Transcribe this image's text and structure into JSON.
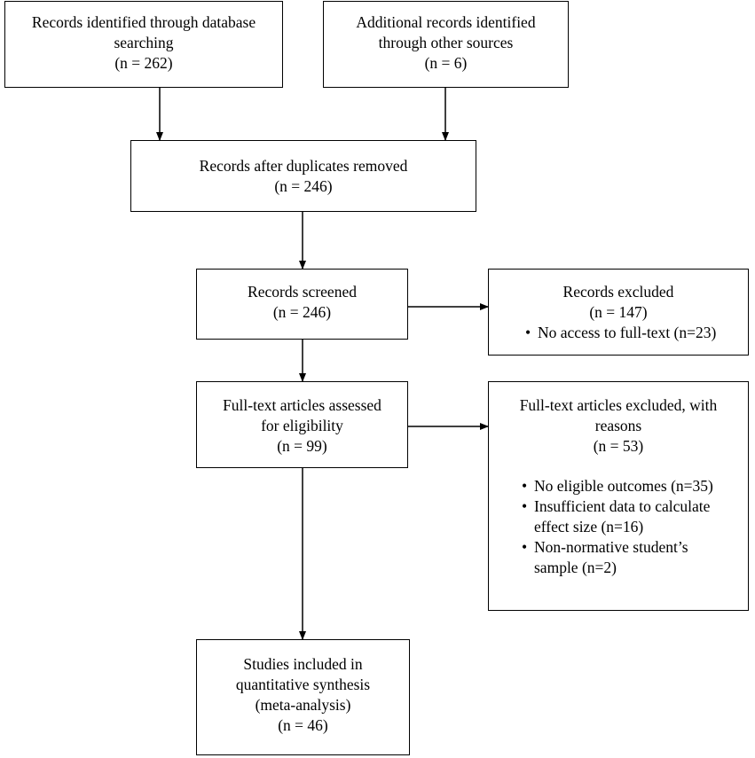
{
  "boxes": {
    "database": {
      "lines": [
        "Records identified through database",
        "searching",
        "(n = 262)"
      ]
    },
    "other_sources": {
      "lines": [
        "Additional records identified",
        "through other sources",
        "(n = 6)"
      ]
    },
    "duplicates_removed": {
      "lines": [
        "Records after duplicates removed",
        "(n = 246)"
      ]
    },
    "screened": {
      "lines": [
        "Records screened",
        "(n = 246)"
      ]
    },
    "excluded": {
      "lines": [
        "Records excluded",
        "(n = 147)"
      ],
      "bullets": [
        "No access to full-text (n=23)"
      ]
    },
    "full_text_assessed": {
      "lines": [
        "Full-text articles assessed",
        "for eligibility",
        "(n = 99)"
      ]
    },
    "full_text_excluded": {
      "lines": [
        "Full-text articles excluded, with",
        "reasons",
        "(n = 53)"
      ],
      "bullets": [
        [
          "No eligible outcomes (n=35)"
        ],
        [
          "Insufficient data to calculate",
          "effect size (n=16)"
        ],
        [
          "Non-normative student’s",
          "sample (n=2)"
        ]
      ]
    },
    "included": {
      "lines": [
        "Studies included in",
        "quantitative synthesis",
        "(meta-analysis)",
        "(n = 46)"
      ]
    }
  }
}
